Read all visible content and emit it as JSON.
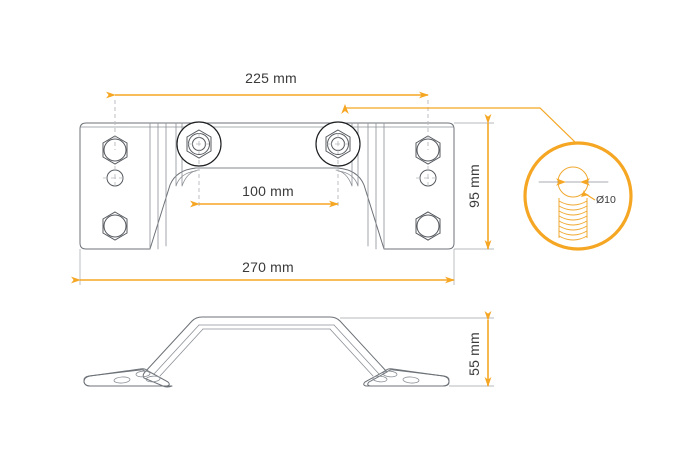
{
  "drawing": {
    "title": "Mounting Bracket Technical Drawing",
    "background_color": "#ffffff",
    "accent_color": "#f5a623",
    "line_color": "#6d7278",
    "text_color": "#3a3a3a"
  },
  "dimensions": {
    "top_hole_spacing": "225 mm",
    "center_span": "100 mm",
    "overall_width": "270 mm",
    "plate_height": "95 mm",
    "side_height": "55 mm"
  },
  "detail_callout": {
    "label": "Ø10",
    "description": "threaded-hole-detail"
  },
  "views": {
    "front_view_name": "front-view",
    "side_view_name": "side-view",
    "detail_view_name": "detail-view"
  }
}
